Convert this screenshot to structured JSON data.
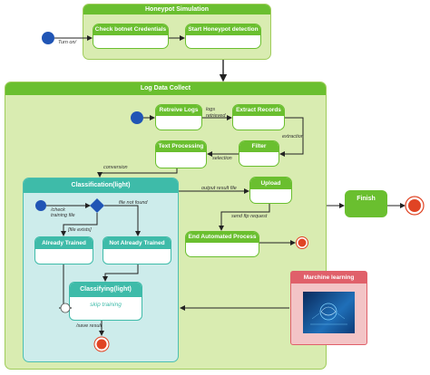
{
  "honeypot": {
    "title": "Honeypot Simulation",
    "check_credentials": "Check botnet Credentials",
    "start_detection": "Start Honeypot detection",
    "turn_on": "Turn on/"
  },
  "log_collect": {
    "title": "Log Data Collect",
    "retrieve_logs": "Retreive Logs",
    "extract_records": "Extract Records",
    "filter": "Filter",
    "text_processing": "Text Processing",
    "upload": "Upload",
    "end_process": "End Automated Process",
    "labels": {
      "logs_retrieved_1": "logs",
      "logs_retrieved_2": "retrieved",
      "extraction": "extraction",
      "selection": "selection",
      "conversion": "conversion",
      "output_result": "output result file",
      "send_ftp": "send ftp request"
    }
  },
  "classification": {
    "title": "Classification(light)",
    "check_training_1": "/check",
    "check_training_2": "training file",
    "file_exists": "[file exists]",
    "file_not_found": "file not found",
    "already_trained": "Already Trained",
    "not_already_trained": "Not Already Trained",
    "classifying": "Classifying(light)",
    "skip_training": "skip training",
    "save_result": "/save result"
  },
  "finish": "Finish",
  "ml": {
    "title": "Marchine learning"
  },
  "colors": {
    "green": "#6abf2f",
    "light_green": "#d9ecb1",
    "teal": "#3ebba9",
    "light_teal": "#cdeceb",
    "blue_node": "#2055b5",
    "end_red": "#e04424",
    "ml_pink": "#f3c4c6",
    "ml_red": "#e0606a"
  }
}
